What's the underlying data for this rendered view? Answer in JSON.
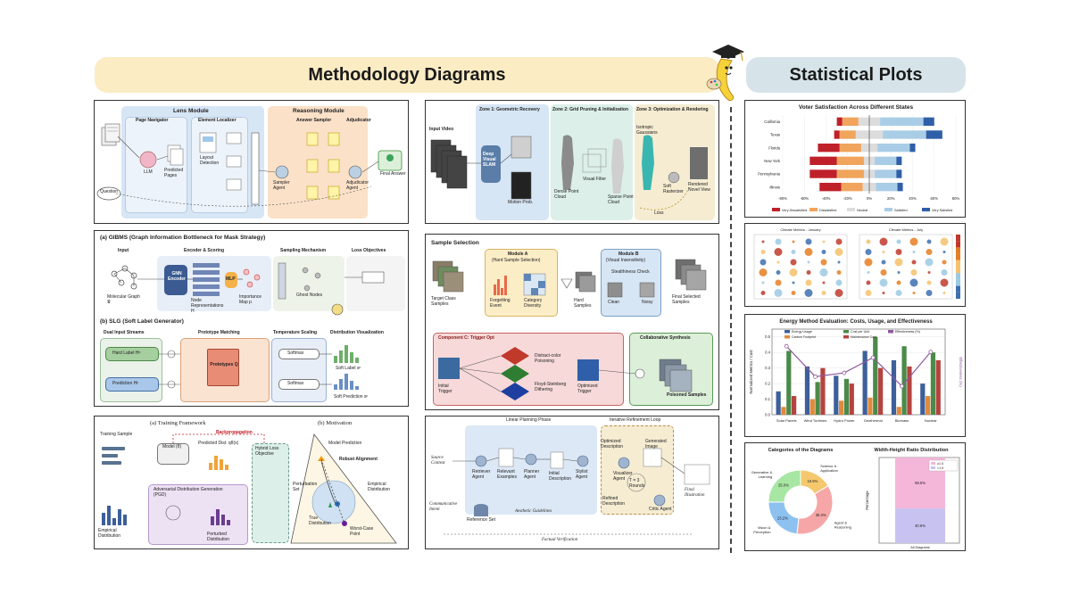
{
  "banners": {
    "left": "Methodology Diagrams",
    "right": "Statistical Plots"
  },
  "p1": {
    "lens": "Lens Module",
    "reasoning": "Reasoning Module",
    "page_nav": "Page Navigator",
    "elem_loc": "Element Localizer",
    "ans_sampler": "Answer Sampler",
    "adjudicator": "Adjudicator",
    "llm": "LLM",
    "question": "Question",
    "predicted_pages": "Predicted Pages",
    "layout_detection": "Layout Detection",
    "sampler_agent": "Sampler Agent",
    "adjudicator_agent": "Adjudicator Agent",
    "final_answer": "Final Answer"
  },
  "p2": {
    "gibms": "(a) GIBMS (Graph Information Bottleneck for Mask Strategy)",
    "input": "Input",
    "enc": "Encoder & Scoring",
    "sampling": "Sampling Mechanism",
    "loss": "Loss Objectives",
    "gnn": "GNN Encoder",
    "mlp": "MLP",
    "molecular": "Molecular Graph 𝒢",
    "node_rep": "Node Representations H",
    "importance": "Importance Map p",
    "ghost_nodes": "Ghost Nodes",
    "slg": "(b) SLG (Soft Label Generator)",
    "dual": "Dual Input Streams",
    "proto_match": "Prototype Matching",
    "temp": "Temperature Scaling",
    "dist_vis": "Distribution Visualization",
    "hard_label": "Hard Label Hᵖ",
    "prediction": "Prediction Hᵖ",
    "prototypes": "Prototypes Q",
    "softmax": "Softmax",
    "soft_label": "Soft Label sᵖ",
    "soft_pred": "Soft Prediction sᵖ"
  },
  "p3": {
    "training": "(a) Training Framework",
    "motivation": "(b) Motivation",
    "backprop": "Backpropagation",
    "training_sample": "Training Sample",
    "model": "Model (θ)",
    "predicted_dist": "Predicted Dist. qθ(x)",
    "hybrid": "Hybrid Loss Objective",
    "adversarial": "Adversarial Distribution Generation (PGD)",
    "empirical": "Empirical Distribution",
    "perturbed": "Perturbed Distribution",
    "model_pred": "Model Prediction",
    "robust": "Robust Alignment",
    "perturbation_set": "Perturbation Set",
    "empirical_dist": "Empirical Distribution",
    "true_dist": "True Distribution",
    "worst_case": "Worst-Case Point"
  },
  "p4": {
    "zone1": "Zone 1: Geometric Recovery",
    "zone2": "Zone 2: Grid Pruning & Initialization",
    "zone3": "Zone 3: Optimization & Rendering",
    "input_video": "Input Video",
    "slam": "Deep Visual SLAM",
    "motion": "Motion Prob.",
    "dense": "Dense Point Cloud",
    "visual_filter": "Visual Filter",
    "sparse": "Sparse Point Cloud",
    "isotropic": "Isotropic Gaussians",
    "soft_raster": "Soft Rasterizer",
    "rendered": "Rendered Novel View",
    "loss": "Loss"
  },
  "p5": {
    "sample_sel": "Sample Selection",
    "module_a": "Module A",
    "module_a_sub": "(Hard Sample Selection)",
    "module_b": "Module B",
    "module_b_sub": "(Visual Insensitivity)",
    "target": "Target Class Samples",
    "forgetting": "Forgetting Event",
    "category": "Category Diversity",
    "hard": "Hard Samples",
    "stealth": "Stealthiness Check",
    "clean": "Clean",
    "noisy": "Noisy",
    "final_sel": "Final Selected Samples",
    "comp_c": "Component C: Trigger Opt",
    "collab": "Collaborative Synthesis",
    "initial": "Initial Trigger",
    "distract": "Distract-color Poisoning",
    "floyd": "Floyd-Steinberg Dithering",
    "optimized": "Optimized Trigger",
    "poisoned": "Poisoned Samples"
  },
  "p6": {
    "linear": "Linear Planning Phase",
    "iterative": "Iterative Refinement Loop",
    "source": "Source Context",
    "comm": "Communicative Intent",
    "retriever": "Retriever Agent",
    "relevant": "Relevant Examples",
    "planner": "Planner Agent",
    "initial_desc": "Initial Description",
    "stylist": "Stylist Agent",
    "optimized_desc": "Optimized Description",
    "visualizer": "Visualizer Agent",
    "generated": "Generated Image",
    "refined": "Refined Description",
    "critic": "Critic Agent",
    "rounds": "T = 3 Rounds",
    "final_ill": "Final Illustration",
    "reference": "Reference Set",
    "aesthetic": "Aesthetic Guidelines",
    "faithful": "Factual Verification"
  },
  "colors": {
    "lens": "#d7e6f5",
    "reasoning": "#fbe1c8",
    "green_box": "#dcefd9",
    "pink": "#f7d9d9",
    "purple": "#e5d9f1",
    "yellow": "#fbf1c7",
    "dark_red": "#c0202a",
    "orange": "#f0a45c",
    "light_gray": "#dcdcdc",
    "light_blue": "#a9cde6",
    "dark_blue": "#2f5fa8"
  },
  "chart_data": [
    {
      "type": "bar",
      "title": "Voter Satisfaction Across Different States",
      "categories": [
        "California",
        "Texas",
        "Florida",
        "New York",
        "Pennsylvania",
        "Illinois"
      ],
      "series": [
        {
          "name": "Very Dissatisfied",
          "values": [
            -5,
            -5,
            -20,
            -25,
            -25,
            -20
          ]
        },
        {
          "name": "Dissatisfied",
          "values": [
            -15,
            -15,
            -20,
            -25,
            -25,
            -20
          ]
        },
        {
          "name": "Neutral",
          "values": [
            20,
            25,
            15,
            10,
            10,
            12
          ]
        },
        {
          "name": "Satisfied",
          "values": [
            40,
            40,
            30,
            20,
            20,
            20
          ]
        },
        {
          "name": "Very Satisfied",
          "values": [
            10,
            15,
            5,
            5,
            5,
            5
          ]
        }
      ],
      "ticks": [
        "-80%",
        "-60%",
        "-40%",
        "-20%",
        "0%",
        "20%",
        "40%",
        "60%",
        "80%"
      ],
      "xlim": [
        -80,
        80
      ]
    },
    {
      "type": "scatter",
      "title": "Climate Metrics",
      "panels": [
        "Climate Metrics - January",
        "Climate Metrics - July"
      ]
    },
    {
      "type": "bar",
      "title": "Energy Method Evaluation: Costs, Usage, and Effectiveness",
      "categories": [
        "Solar Panels",
        "Wind Turbines",
        "Hydro Power",
        "Geothermal",
        "Biomass",
        "Nuclear"
      ],
      "series": [
        {
          "name": "Energy Usage",
          "values": [
            0.15,
            0.31,
            0.25,
            0.41,
            0.35,
            0.2
          ]
        },
        {
          "name": "Carbon Footprint",
          "values": [
            0.05,
            0.1,
            0.09,
            0.11,
            0.05,
            0.12
          ]
        },
        {
          "name": "Cost per Unit",
          "values": [
            0.41,
            0.21,
            0.23,
            0.5,
            0.44,
            0.4
          ]
        },
        {
          "name": "Maintenance Cost",
          "values": [
            0.12,
            0.3,
            0.2,
            0.3,
            0.31,
            0.35
          ]
        }
      ],
      "line": {
        "name": "Effectiveness (%)",
        "values": [
          96,
          80,
          82,
          90,
          75,
          93
        ]
      },
      "ylabel": "Normalized Metrics / Cost",
      "y2label": "Effectiveness (%)",
      "yticks": [
        "0.0",
        "0.1",
        "0.2",
        "0.3",
        "0.4",
        "0.5"
      ],
      "ylim": [
        0,
        0.55
      ]
    },
    {
      "type": "pie",
      "title": "Categories of the Diagrams",
      "slices": [
        {
          "label": "Agent & Reasoning",
          "value": 35.3
        },
        {
          "label": "Vision & Perception",
          "value": 23.2
        },
        {
          "label": "Generative & Learning",
          "value": 25.0
        },
        {
          "label": "Science & Application",
          "value": 16.5
        }
      ],
      "labels_shown": [
        "16.5%",
        "35.3%",
        "23.2%",
        "25.0%"
      ]
    },
    {
      "type": "bar",
      "title": "Width-Height Ratio Distribution",
      "categories": [
        "All Diagrams"
      ],
      "series": [
        {
          "name": "≥1.5",
          "values": [
            59.5
          ]
        },
        {
          "name": "<1.5",
          "values": [
            40.5
          ]
        }
      ],
      "ylabel": "Percentage"
    }
  ]
}
